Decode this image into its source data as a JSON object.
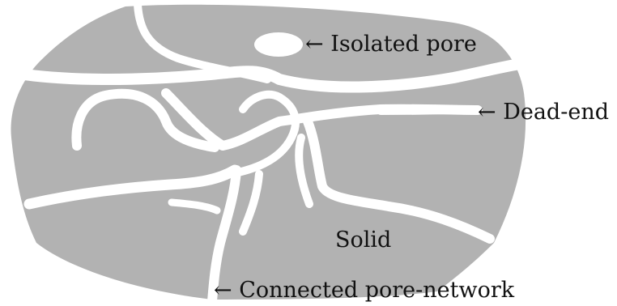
{
  "labels": {
    "isolated_pore": "← Isolated pore",
    "dead_end": "← Dead-end",
    "solid": "Solid",
    "connected_network": "← Connected pore-network"
  },
  "colors": {
    "solid": "#b2b2b2",
    "pore": "#ffffff",
    "text": "#111111",
    "background": "#ffffff"
  }
}
